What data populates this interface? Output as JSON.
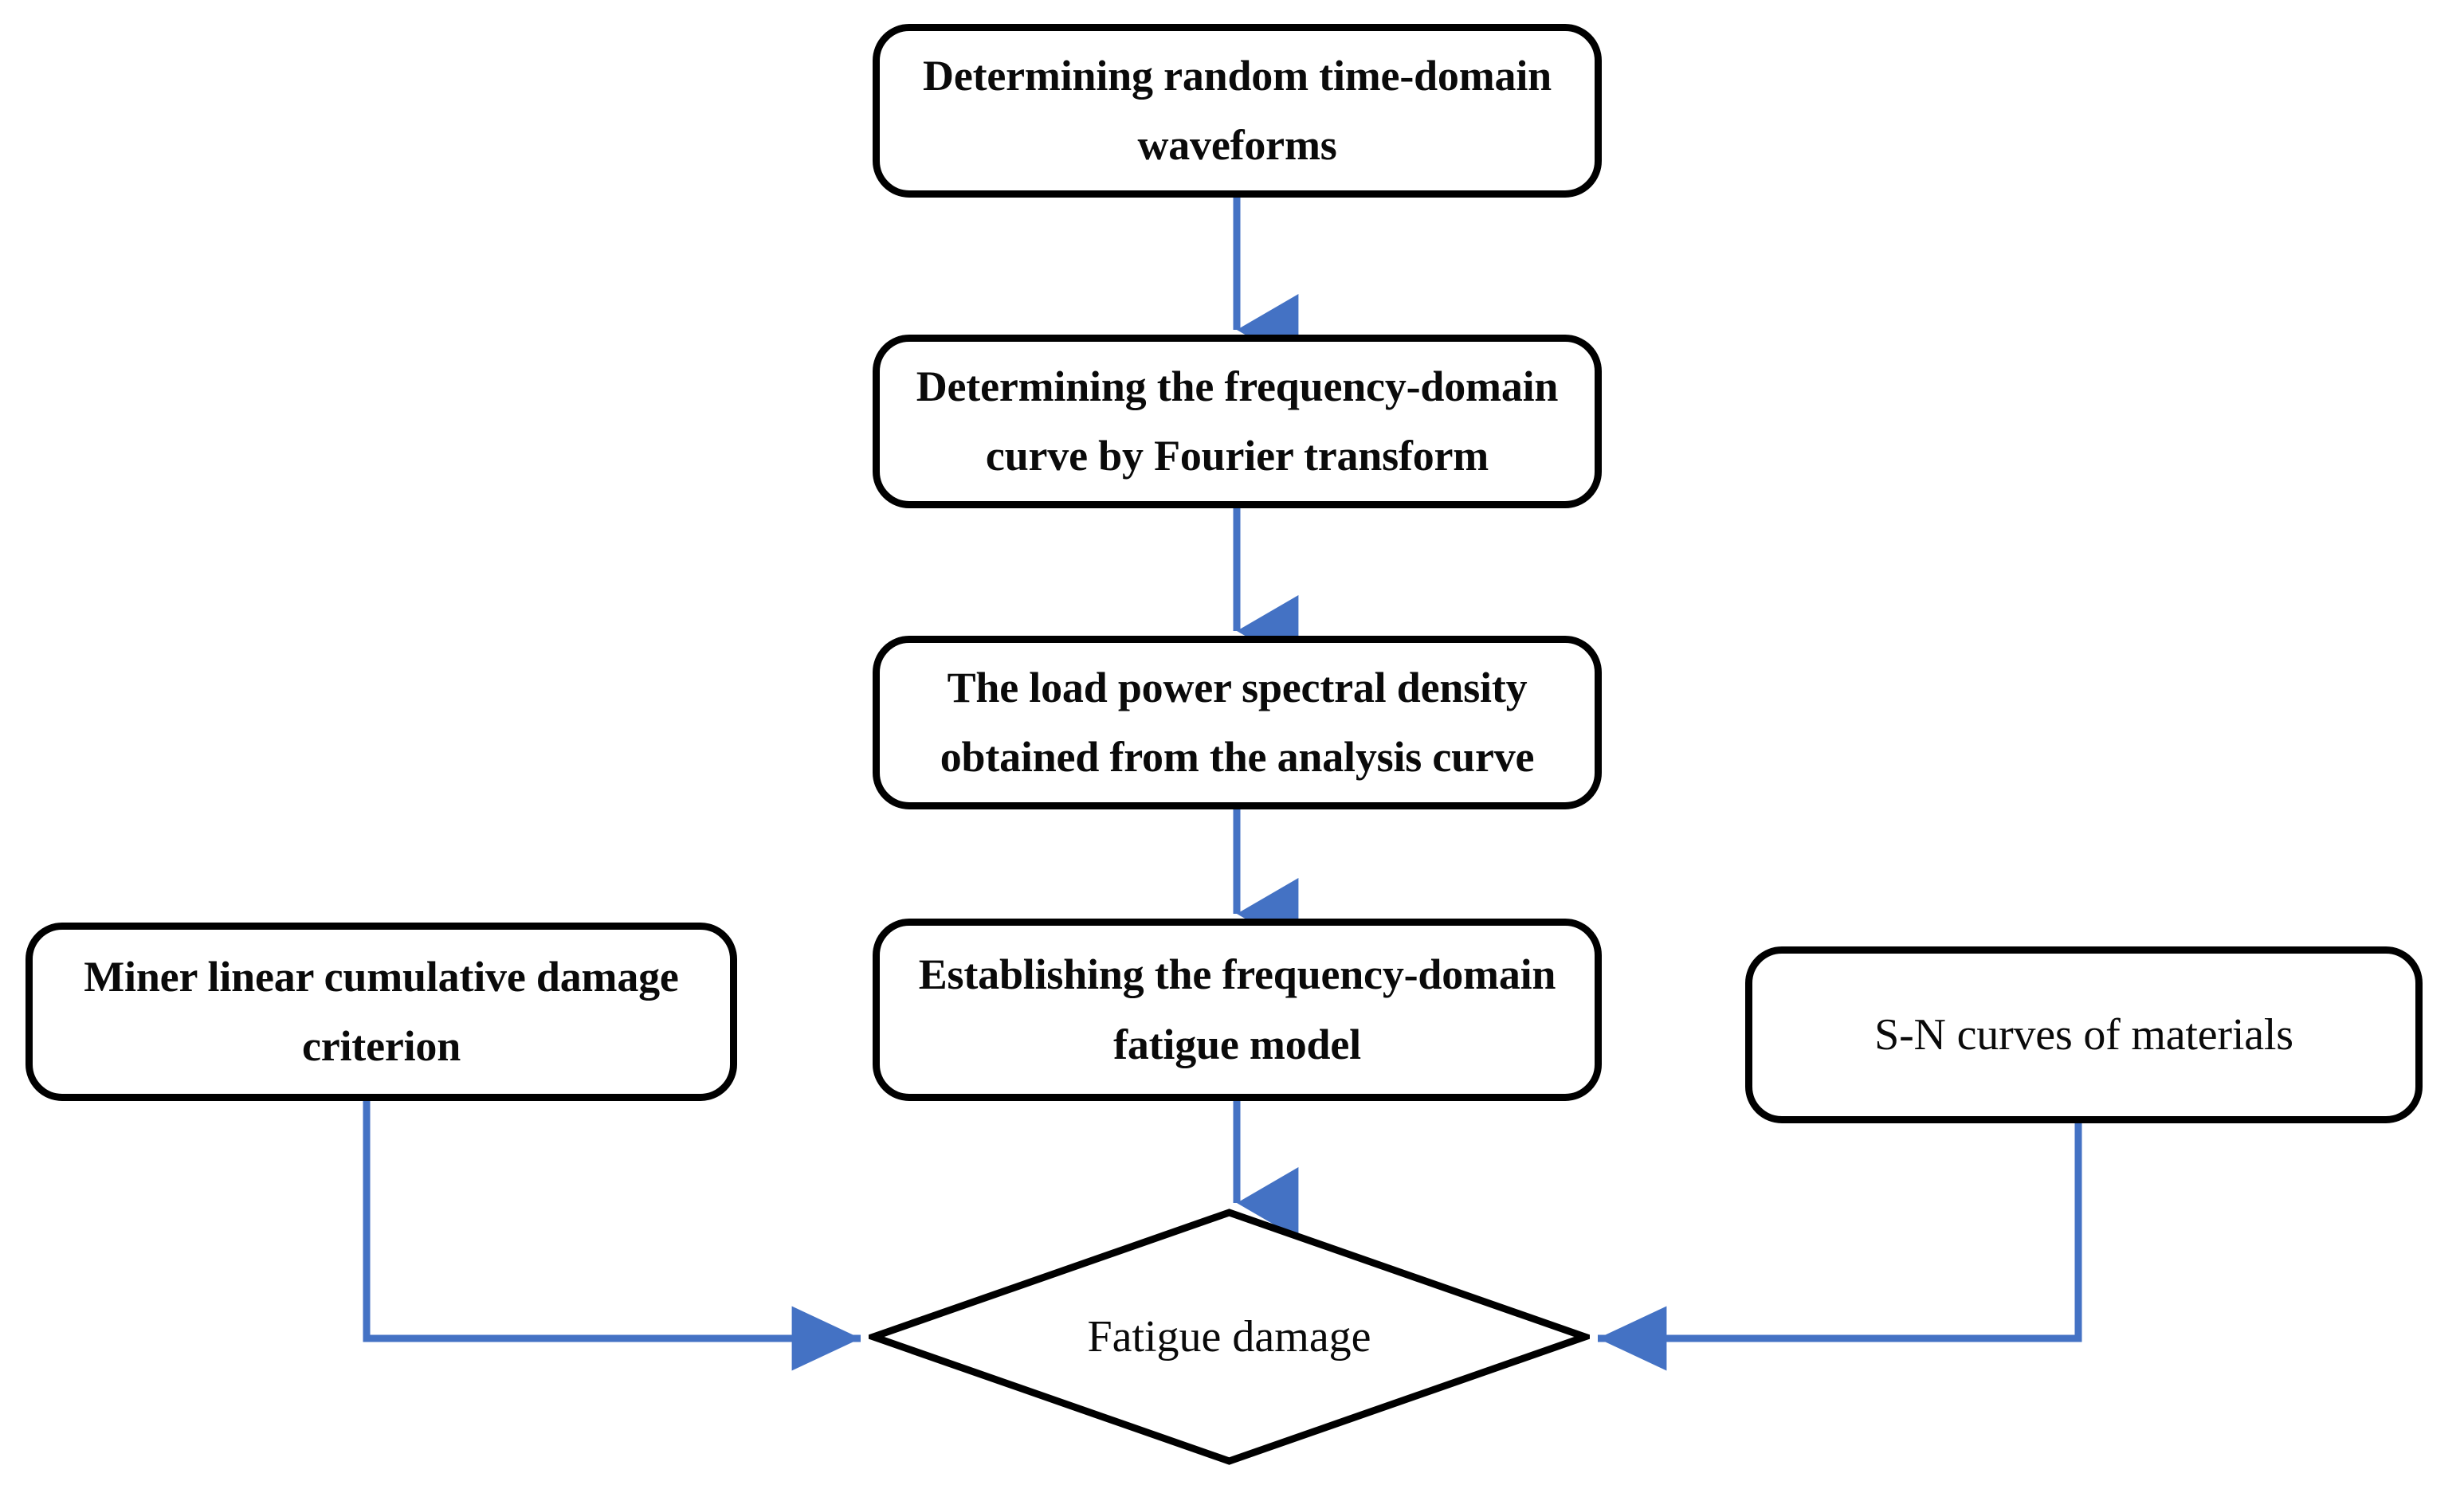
{
  "diagram": {
    "type": "flowchart",
    "title": "Frequency-domain fatigue analysis flowchart",
    "colors": {
      "background": "#ffffff",
      "node_border": "#000000",
      "node_fill": "#ffffff",
      "connector": "#4472C4",
      "text": "#0a0a0a"
    },
    "nodes": [
      {
        "id": "random-waveform",
        "shape": "rounded-rectangle",
        "lines": [
          "Determining random time-",
          "domain waveforms"
        ],
        "text": "Determining random time-domain waveforms"
      },
      {
        "id": "fourier-transform",
        "shape": "rounded-rectangle",
        "lines": [
          "Determining the frequency-",
          "domain curve by Fourier",
          "transform"
        ],
        "text": "Determining the frequency-domain curve by Fourier transform"
      },
      {
        "id": "psd-curve",
        "shape": "rounded-rectangle",
        "lines": [
          "The load power spectral density",
          "obtained from the analysis curve"
        ],
        "text": "The load power spectral density obtained from the analysis curve"
      },
      {
        "id": "miner-criterion",
        "shape": "rounded-rectangle",
        "lines": [
          "Miner linear cumulative damage",
          "criterion"
        ],
        "text": "Miner linear cumulative damage criterion"
      },
      {
        "id": "fatigue-model",
        "shape": "rounded-rectangle",
        "lines": [
          "Establishing the frequency-",
          "domain fatigue model"
        ],
        "text": "Establishing the frequency-domain fatigue model"
      },
      {
        "id": "sn-curves",
        "shape": "rounded-rectangle",
        "lines": [
          "S-N curves of materials"
        ],
        "text": "S-N curves of materials"
      },
      {
        "id": "fatigue-damage",
        "shape": "diamond",
        "lines": [
          "Fatigue damage"
        ],
        "text": "Fatigue damage"
      }
    ],
    "edges": [
      {
        "id": "edge-waveform-to-fourier",
        "from": "random-waveform",
        "to": "fourier-transform",
        "style": "straight-vertical-arrow"
      },
      {
        "id": "edge-fourier-to-psd",
        "from": "fourier-transform",
        "to": "psd-curve",
        "style": "straight-vertical-arrow"
      },
      {
        "id": "edge-psd-to-model",
        "from": "psd-curve",
        "to": "fatigue-model",
        "style": "straight-vertical-arrow"
      },
      {
        "id": "edge-model-to-damage",
        "from": "fatigue-model",
        "to": "fatigue-damage",
        "style": "straight-vertical-arrow"
      },
      {
        "id": "edge-miner-to-damage",
        "from": "miner-criterion",
        "to": "fatigue-damage",
        "style": "elbow-arrow-right"
      },
      {
        "id": "edge-sn-to-damage",
        "from": "sn-curves",
        "to": "fatigue-damage",
        "style": "elbow-arrow-left"
      }
    ]
  }
}
